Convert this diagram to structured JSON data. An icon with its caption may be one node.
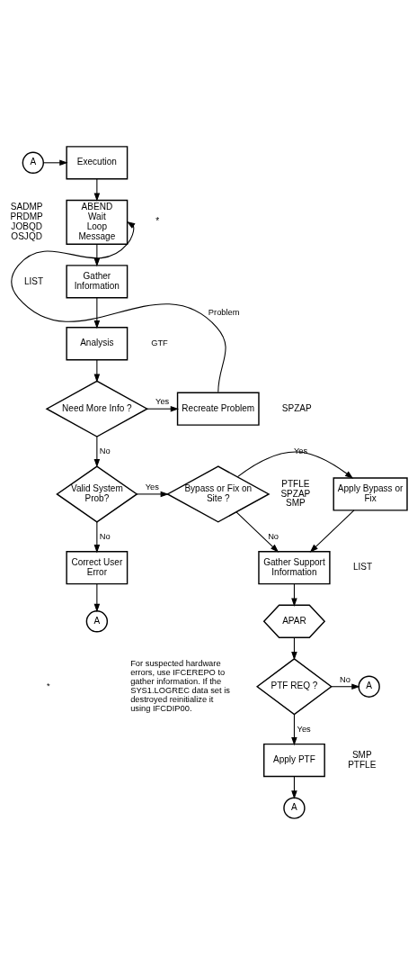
{
  "diagram": {
    "nodes": [
      {
        "text": [
          "A"
        ]
      },
      {
        "text": [
          "Execution"
        ]
      },
      {
        "text": [
          "ABEND",
          "Wait",
          "Loop",
          "Message"
        ],
        "beside": [
          "SADMP",
          "PRDMP",
          "JOBQD",
          "OSJQD",
          "*"
        ]
      },
      {
        "text": [
          "Gather Information"
        ],
        "beside": [
          "LIST"
        ]
      },
      {
        "text": [
          "Analysis"
        ]
      },
      {
        "text": [
          "Need More Info ?"
        ]
      },
      {
        "text": [
          "Recreate Problem"
        ],
        "beside": [
          "SPZAP"
        ]
      },
      {
        "text": [
          "Valid System Prob?"
        ]
      },
      {
        "text": [
          "Bypass or Fix on Site ?"
        ]
      },
      {
        "text": [
          "Apply Bypass or Fix"
        ],
        "beside": [
          "PTFLE",
          "SPZAP",
          "SMP"
        ]
      },
      {
        "text": [
          "Correct User Error"
        ]
      },
      {
        "text": [
          "A"
        ]
      },
      {
        "text": [
          "Gather Support Information"
        ],
        "beside": [
          "LIST"
        ]
      },
      {
        "text": [
          "APAR"
        ]
      },
      {
        "text": [
          "PTF REQ ?"
        ]
      },
      {
        "text": [
          "A"
        ]
      },
      {
        "text": [
          "Apply PTF"
        ],
        "beside": [
          "SMP",
          "PTFLE"
        ]
      },
      {
        "text": [
          "A"
        ]
      }
    ],
    "edges": [
      {
        "from": 0,
        "to": 1,
        "arrow": "to"
      },
      {
        "from": 1,
        "to": 2,
        "arrow": "to"
      },
      {
        "from": 6,
        "to": 2,
        "arrow": "to",
        "label": "Problem"
      },
      {
        "from": 2,
        "to": 3,
        "arrow": "to"
      },
      {
        "from": 3,
        "to": 4,
        "arrow": "to"
      },
      {
        "from": 4,
        "to": 5,
        "arrow": "to"
      },
      {
        "from": 5,
        "to": 6,
        "arrow": "to",
        "label": "Yes"
      },
      {
        "from": 5,
        "to": 7,
        "arrow": "to",
        "label": "No"
      },
      {
        "from": 7,
        "to": 8,
        "arrow": "to",
        "label": "Yes"
      },
      {
        "from": 7,
        "to": 10,
        "arrow": "to",
        "label": "No"
      },
      {
        "from": 8,
        "to": 9,
        "arrow": "to",
        "label": "Yes"
      },
      {
        "from": 8,
        "to": 12,
        "arrow": "to",
        "label": "No"
      },
      {
        "from": 9,
        "to": 12,
        "arrow": "to"
      },
      {
        "from": 10,
        "to": 11,
        "arrow": "to"
      },
      {
        "from": 12,
        "to": 13,
        "arrow": "to"
      },
      {
        "from": 13,
        "to": 14,
        "arrow": "to"
      },
      {
        "from": 14,
        "to": 15,
        "arrow": "to",
        "label": "No"
      },
      {
        "from": 14,
        "to": 16,
        "arrow": "to",
        "label": "Yes"
      },
      {
        "from": 16,
        "to": 17,
        "arrow": "to"
      }
    ],
    "labels": [
      "GTF",
      "*",
      "For suspected hardware errors, use IFCEREPO to gather information. If the SYS1.LOGREC data set is destroyed reinitialize it using IFCDIP00."
    ]
  }
}
